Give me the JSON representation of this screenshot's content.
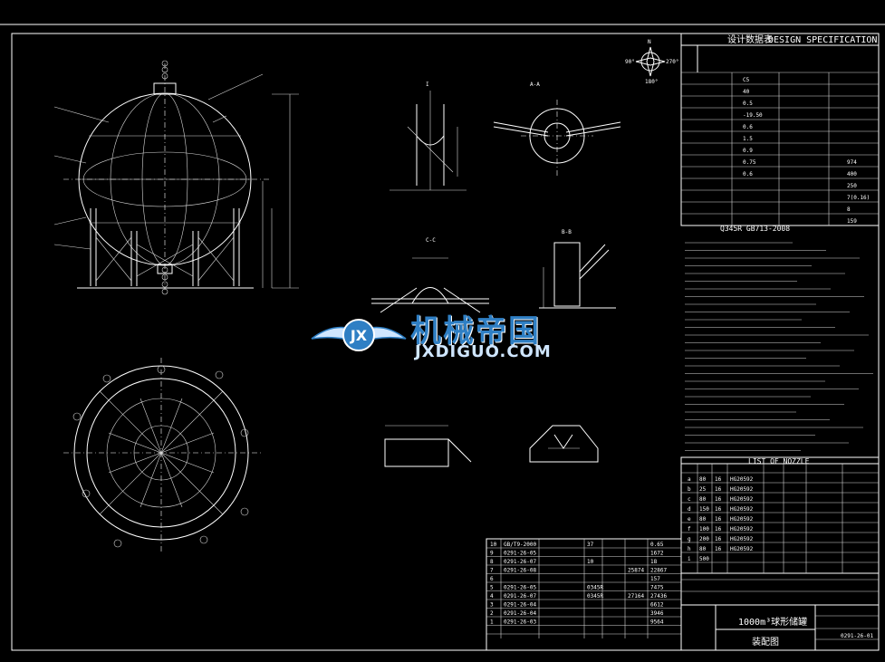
{
  "title_block": {
    "design_spec_cn": "设计数据表",
    "design_spec_en": "DESIGN SPECIFICATION",
    "drawing_name": "1000m³球形储罐",
    "drawing_type": "装配图",
    "drawing_no": "0291-26-01",
    "material_std": "Q345R GB713-2008"
  },
  "spec_values": [
    "C5",
    "40",
    "0.5",
    "-19.50",
    "0.6",
    "1.5",
    "0.9",
    "0.75",
    "0.6",
    "Q345R GB713-2008"
  ],
  "spec_right_values": [
    "974",
    "400",
    "250",
    "7(0.16)",
    "8",
    "159"
  ],
  "nozzle_table": {
    "title": "LIST OF NOZZLE",
    "rows": [
      [
        "a",
        "80",
        "16",
        "HG20592"
      ],
      [
        "b",
        "25",
        "16",
        "HG20592"
      ],
      [
        "c",
        "80",
        "16",
        "HG20592"
      ],
      [
        "d",
        "150",
        "16",
        "HG20592"
      ],
      [
        "e",
        "80",
        "16",
        "HG20592"
      ],
      [
        "f",
        "100",
        "16",
        "HG20592"
      ],
      [
        "g",
        "200",
        "16",
        "HG20592"
      ],
      [
        "h",
        "80",
        "16",
        "HG20592"
      ],
      [
        "i",
        "500",
        "",
        ""
      ]
    ]
  },
  "bom_rows": [
    [
      "10",
      "GB/T9-2000",
      "",
      "",
      "37",
      "",
      "0.65"
    ],
    [
      "9",
      "0291-26-05",
      "",
      "",
      "",
      "",
      "1672"
    ],
    [
      "8",
      "0291-26-07",
      "",
      "",
      "10",
      "",
      "18"
    ],
    [
      "7",
      "0291-26-08",
      "",
      "",
      "",
      "25874",
      "22867"
    ],
    [
      "6",
      "",
      "",
      "",
      "",
      "",
      "157"
    ],
    [
      "5",
      "0291-26-05",
      "",
      "",
      "0345R",
      "",
      "7475"
    ],
    [
      "4",
      "0291-26-07",
      "",
      "",
      "0345R",
      "27164",
      "27436"
    ],
    [
      "3",
      "0291-26-04",
      "",
      "",
      "",
      "",
      "6612"
    ],
    [
      "2",
      "0291-26-04",
      "",
      "",
      "",
      "",
      "3946"
    ],
    [
      "1",
      "0291-26-03",
      "",
      "",
      "",
      "",
      "9564"
    ]
  ],
  "section_labels": [
    "I",
    "A-A",
    "C-C",
    "B-B"
  ],
  "compass": {
    "n": "N",
    "w": "90°",
    "e": "270°",
    "s": "180°"
  },
  "watermark": {
    "cn": "机械帝国",
    "en": "JXDIGUO.COM",
    "logo": "JX"
  },
  "colors": {
    "bg": "#000000",
    "line": "#ffffff",
    "wm_blue": "#2f7fc4"
  }
}
